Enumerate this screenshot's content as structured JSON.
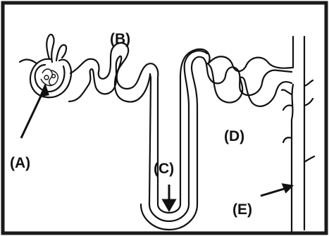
{
  "labels": {
    "a": "(A)",
    "b": "(B)",
    "c": "(C)",
    "d": "(D)",
    "e": "(E)"
  },
  "colors": {
    "ink": "#111111",
    "border": "#1a1a1a",
    "background": "#ffffff"
  }
}
